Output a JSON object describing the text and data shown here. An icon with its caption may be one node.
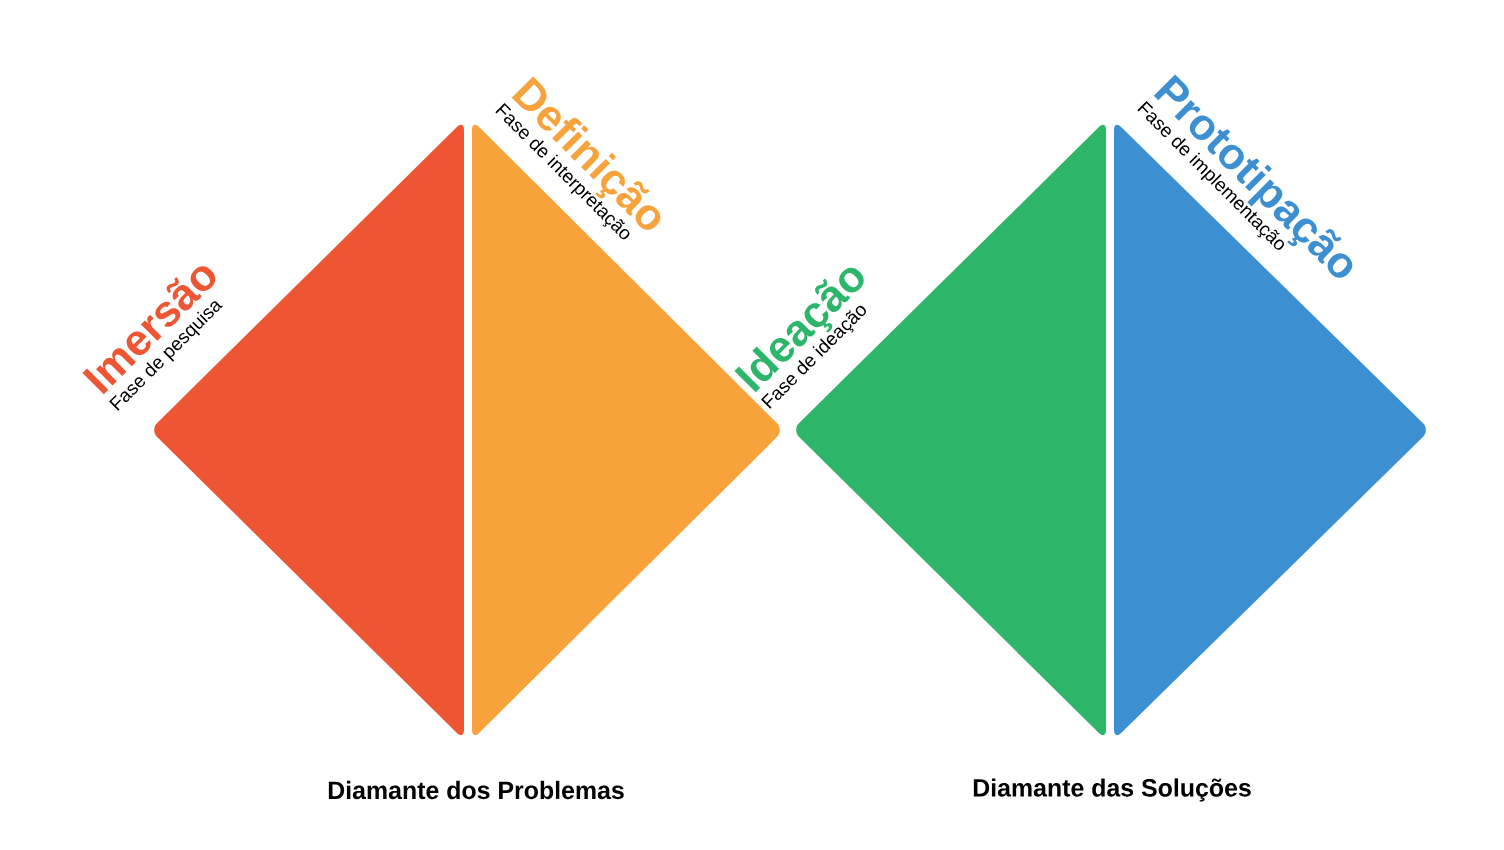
{
  "diagram": {
    "nodes": [
      {
        "text": [
          "Imersão",
          "Fase de pesquisa"
        ]
      },
      {
        "text": [
          "Definição",
          "Fase de interpretação"
        ]
      },
      {
        "text": [
          "Ideação",
          "Fase de ideação"
        ]
      },
      {
        "text": [
          "Prototipação",
          "Fase de implementação"
        ]
      }
    ],
    "labels": [
      "Diamante dos Problemas",
      "Diamante das Soluções"
    ]
  }
}
